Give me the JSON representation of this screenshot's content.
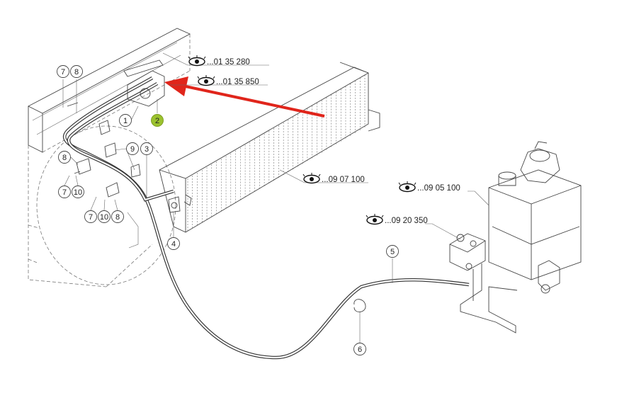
{
  "references": [
    {
      "id": "ref-01-35-280",
      "label": "...01 35 280"
    },
    {
      "id": "ref-01-35-850",
      "label": "...01 35 850"
    },
    {
      "id": "ref-09-07-100",
      "label": "...09 07 100"
    },
    {
      "id": "ref-09-05-100",
      "label": "...09 05 100"
    },
    {
      "id": "ref-09-20-350",
      "label": "...09 20 350"
    }
  ],
  "callouts": [
    {
      "id": "c7a",
      "label": "7"
    },
    {
      "id": "c8a",
      "label": "8"
    },
    {
      "id": "c1",
      "label": "1"
    },
    {
      "id": "c2",
      "label": "2",
      "highlight": true
    },
    {
      "id": "c9",
      "label": "9"
    },
    {
      "id": "c3",
      "label": "3"
    },
    {
      "id": "c8b",
      "label": "8"
    },
    {
      "id": "c7b",
      "label": "7"
    },
    {
      "id": "c10a",
      "label": "10"
    },
    {
      "id": "c7c",
      "label": "7"
    },
    {
      "id": "c10b",
      "label": "10"
    },
    {
      "id": "c8c",
      "label": "8"
    },
    {
      "id": "c4",
      "label": "4"
    },
    {
      "id": "c5",
      "label": "5"
    },
    {
      "id": "c6",
      "label": "6"
    }
  ],
  "colors": {
    "arrow": "#e0251b",
    "highlight": "#9bc22e",
    "line": "#444444"
  }
}
